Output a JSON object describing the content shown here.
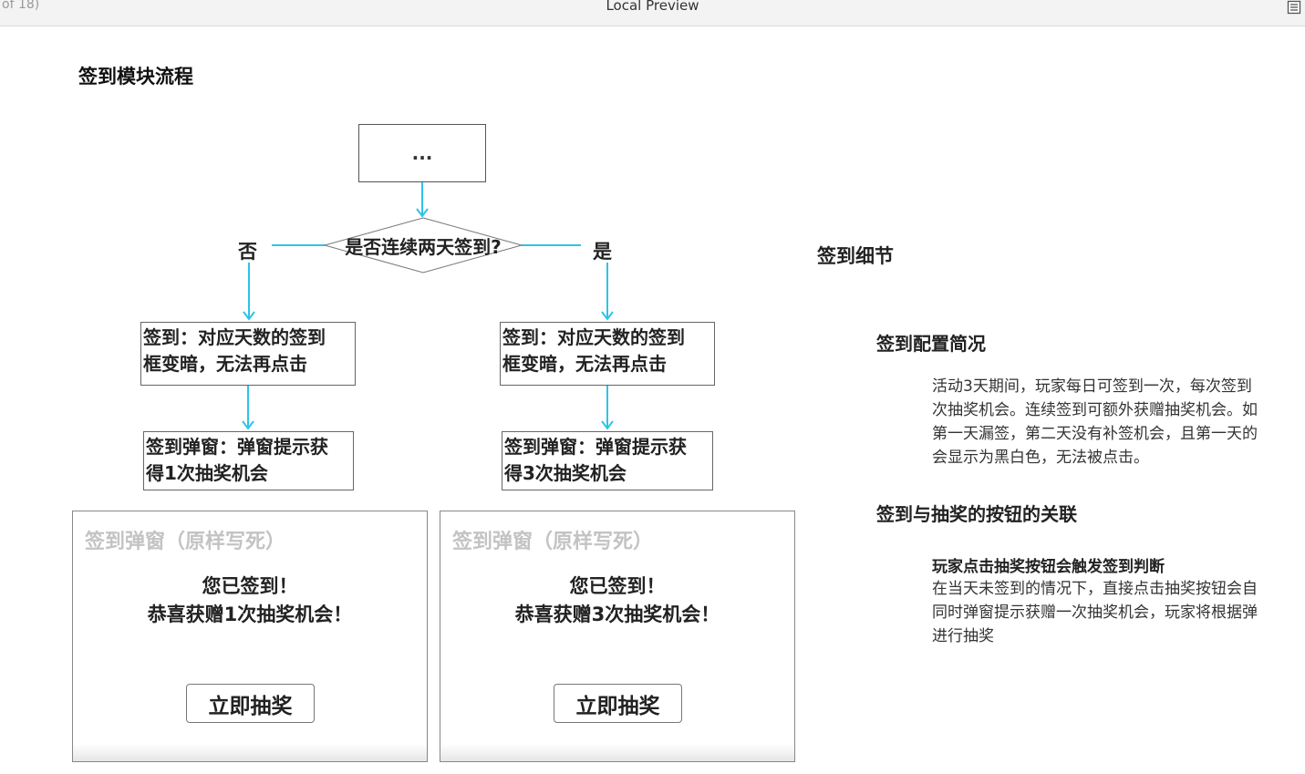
{
  "window": {
    "page_counter": "of 18)",
    "title": "Local Preview",
    "menu_icon": "menu-list-icon"
  },
  "doc": {
    "page_title": "签到模块流程",
    "flow": {
      "start_box": "...",
      "decision": "是否连续两天签到?",
      "no_label": "否",
      "yes_label": "是",
      "no_step1": [
        "签到：对应天数的签到",
        "框变暗，无法再点击"
      ],
      "yes_step1": [
        "签到：对应天数的签到",
        "框变暗，无法再点击"
      ],
      "no_step2": [
        "签到弹窗：弹窗提示获",
        "得1次抽奖机会"
      ],
      "yes_step2": [
        "签到弹窗：弹窗提示获",
        "得3次抽奖机会"
      ],
      "arrow_color": "#2cc4ea"
    },
    "popups": [
      {
        "title": "签到弹窗（原样写死）",
        "line1": "您已签到！",
        "line2": "恭喜获赠1次抽奖机会！",
        "button": "立即抽奖"
      },
      {
        "title": "签到弹窗（原样写死）",
        "line1": "您已签到！",
        "line2": "恭喜获赠3次抽奖机会！",
        "button": "立即抽奖"
      }
    ],
    "details": {
      "title": "签到细节",
      "config_title": "签到配置简况",
      "config_lines": [
        "活动3天期间，玩家每日可签到一次，每次签到",
        "次抽奖机会。连续签到可额外获赠抽奖机会。如",
        "第一天漏签，第二天没有补签机会，且第一天的",
        "会显示为黑白色，无法被点击。"
      ],
      "link_title": "签到与抽奖的按钮的关联",
      "link_subtitle": "玩家点击抽奖按钮会触发签到判断",
      "link_lines": [
        "在当天未签到的情况下，直接点击抽奖按钮会自",
        "同时弹窗提示获赠一次抽奖机会，玩家将根据弹",
        "进行抽奖"
      ]
    }
  }
}
